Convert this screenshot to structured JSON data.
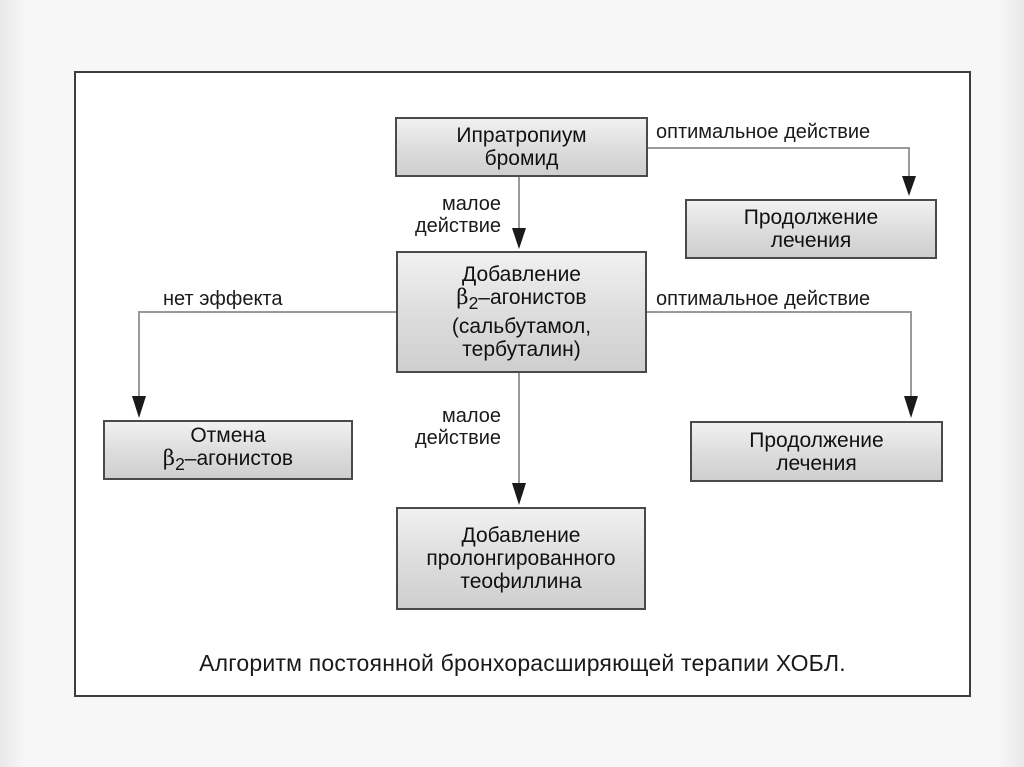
{
  "diagram": {
    "boxes": {
      "ipratropium": "Ипратропиум\nбромид",
      "continue_top": "Продолжение\nлечения",
      "add_beta2_line1": "Добавление",
      "add_beta2_symbol": "β",
      "add_beta2_sub": "2",
      "add_beta2_suffix": "–агонистов",
      "add_beta2_rest": "(сальбутамол,\nтербуталин)",
      "cancel_line1": "Отмена",
      "cancel_symbol": "β",
      "cancel_sub": "2",
      "cancel_suffix": "–агонистов",
      "continue_mid": "Продолжение\nлечения",
      "theophylline": "Добавление\nпролонгированного\nтеофиллина"
    },
    "labels": {
      "optimal_top": "оптимальное действие",
      "small_effect_top": "малое\nдействие",
      "no_effect": "нет эффекта",
      "optimal_mid": "оптимальное действие",
      "small_effect_mid": "малое\nдействие"
    },
    "caption": "Алгоритм постоянной бронхорасширяющей терапии ХОБЛ."
  }
}
